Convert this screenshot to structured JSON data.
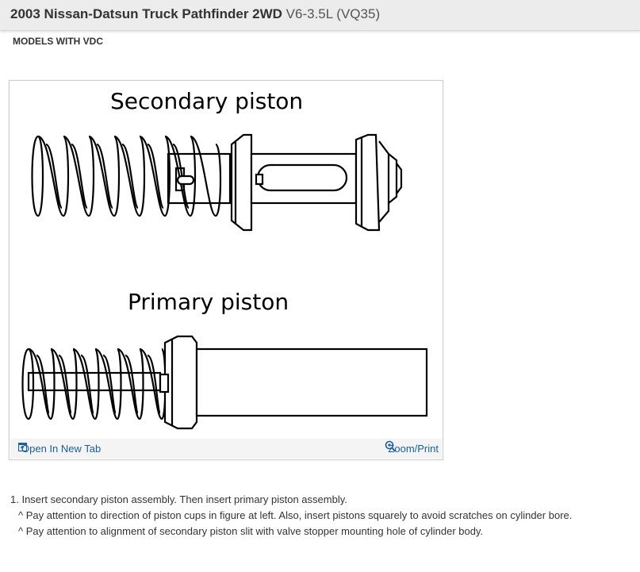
{
  "header": {
    "title_main": "2003 Nissan-Datsun Truck Pathfinder 2WD",
    "title_engine": "V6-3.5L (VQ35)"
  },
  "section_title": "MODELS WITH VDC",
  "figure": {
    "secondary_label": "Secondary piston",
    "primary_label": "Primary piston",
    "open_link": "Open In New Tab",
    "zoom_link": "Zoom/Print",
    "open_icon": "external-tab-icon",
    "zoom_icon": "magnifier-icon",
    "link_color": "#1a5e9c"
  },
  "steps": {
    "step1": "1. Insert secondary piston assembly. Then insert primary piston assembly.",
    "note1": "^  Pay attention to direction of piston cups in figure at left. Also, insert pistons squarely to avoid scratches on cylinder bore.",
    "note2": "^  Pay attention to alignment of secondary piston slit with valve stopper mounting hole of cylinder body."
  }
}
